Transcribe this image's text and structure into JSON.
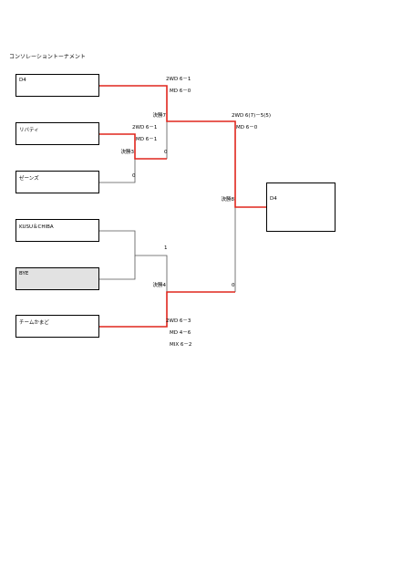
{
  "title": "コンソレーショントーナメント",
  "teams": [
    "D4",
    "リバティ",
    "ゼーンズ",
    "KUSU＆CHIBA",
    "BYE",
    "チームかまど"
  ],
  "winner": "D4",
  "matches": {
    "m3": {
      "label": "決勝3",
      "top_score": "2WD 6－1",
      "mid_score": "MD 6－1",
      "bottom_score": "0"
    },
    "m7": {
      "label": "決勝7",
      "score1": "2WD 6－1",
      "score2": "MD 6－0",
      "bottom_score": "0"
    },
    "m4": {
      "label": "決勝4",
      "top_score": "1",
      "score1": "2WD 6－3",
      "score2": "MD 4－6",
      "score3": "MIX 6－2"
    },
    "m8": {
      "label": "決勝8",
      "score1": "2WD 6(7)－5(5)",
      "score2": "MD 6－0",
      "bottom_score": "0"
    }
  },
  "colors": {
    "win_line": "#e0261d",
    "lose_line": "#555555",
    "bye_fill": "#e2e2e2"
  }
}
